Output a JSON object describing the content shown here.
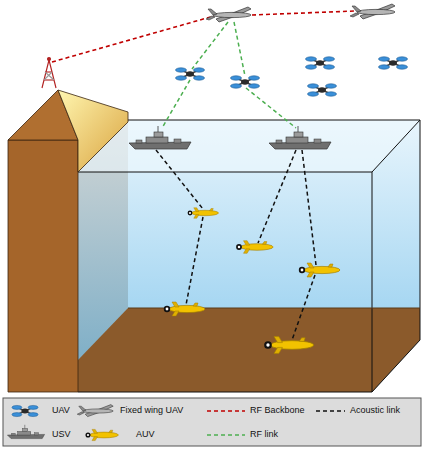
{
  "diagram": {
    "legend": [
      {
        "text": "UAV"
      },
      {
        "text": "Fixed wing UAV"
      },
      {
        "text": "RF Backbone"
      },
      {
        "text": "Acoustic link"
      },
      {
        "text": "USV"
      },
      {
        "text": "AUV"
      },
      {
        "text": "RF link"
      }
    ]
  }
}
